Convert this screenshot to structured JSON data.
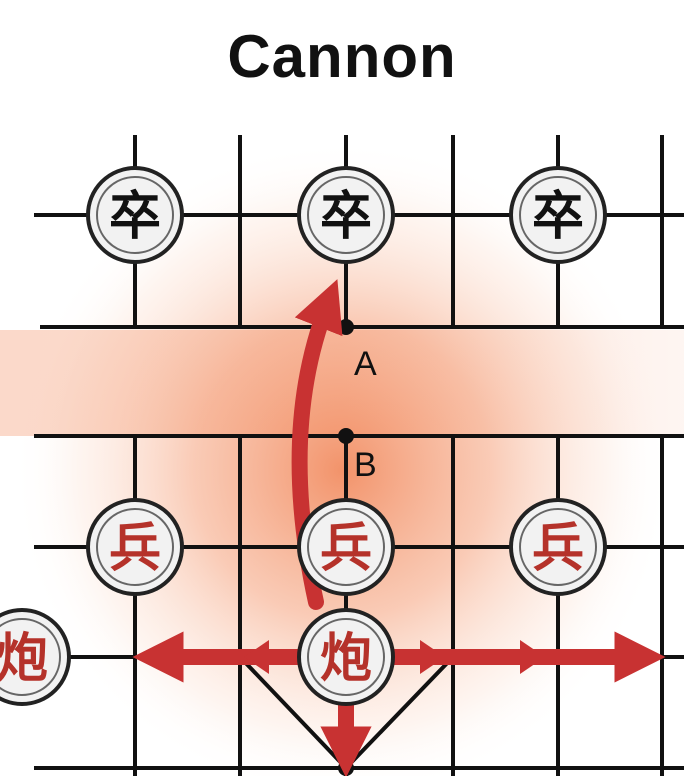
{
  "title": "Cannon",
  "colors": {
    "grid": "#111111",
    "highlight": "#f08050",
    "arrow": "#c83232",
    "red_piece_text": "#b5322a",
    "black_piece_text": "#111111",
    "piece_face": "#f2f2f2"
  },
  "pieces": {
    "black_soldier": "卒",
    "red_soldier": "兵",
    "red_cannon": "炮"
  },
  "points": {
    "a": "A",
    "b": "B"
  }
}
